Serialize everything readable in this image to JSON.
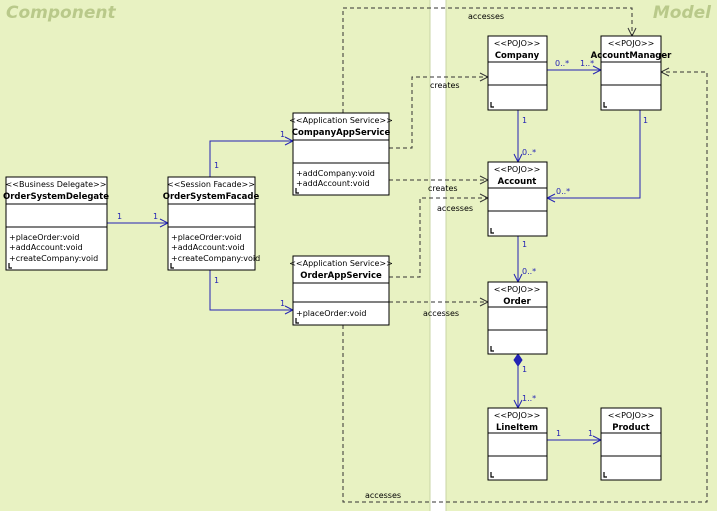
{
  "regions": {
    "component": "Component",
    "model": "Model"
  },
  "classes": {
    "order_system_delegate": {
      "stereotype": "<<Business Delegate>>",
      "name": "OrderSystemDelegate",
      "operations": [
        "+placeOrder:void",
        "+addAccount:void",
        "+createCompany:void"
      ]
    },
    "order_system_facade": {
      "stereotype": "<<Session Facade>>",
      "name": "OrderSystemFacade",
      "operations": [
        "+placeOrder:void",
        "+addAccount:void",
        "+createCompany:void"
      ]
    },
    "company_app_service": {
      "stereotype": "<<Application Service>>",
      "name": "CompanyAppService",
      "operations": [
        "+addCompany:void",
        "+addAccount:void"
      ]
    },
    "order_app_service": {
      "stereotype": "<<Application Service>>",
      "name": "OrderAppService",
      "operations": [
        "+placeOrder:void"
      ]
    },
    "company": {
      "stereotype": "<<POJO>>",
      "name": "Company",
      "operations": []
    },
    "account_manager": {
      "stereotype": "<<POJO>>",
      "name": "AccountManager",
      "operations": []
    },
    "account": {
      "stereotype": "<<POJO>>",
      "name": "Account",
      "operations": []
    },
    "order": {
      "stereotype": "<<POJO>>",
      "name": "Order",
      "operations": []
    },
    "line_item": {
      "stereotype": "<<POJO>>",
      "name": "LineItem",
      "operations": []
    },
    "product": {
      "stereotype": "<<POJO>>",
      "name": "Product",
      "operations": []
    }
  },
  "links": {
    "delegate_facade": {
      "m1": "1",
      "m2": "1"
    },
    "facade_company_service": {
      "m1": "1",
      "m2": "1"
    },
    "facade_order_service": {
      "m1": "1",
      "m2": "1"
    },
    "company_accountmanager": {
      "m1": "0..*",
      "m2": "1..*"
    },
    "company_account": {
      "m1": "1",
      "m2": "0..*"
    },
    "accountmanager_account": {
      "m1": "1",
      "m2": "0..*"
    },
    "account_order": {
      "m1": "1",
      "m2": "0..*"
    },
    "order_lineitem": {
      "m1": "1",
      "m2": "1..*"
    },
    "lineitem_product": {
      "m1": "1",
      "m2": "1"
    }
  },
  "dependencies": {
    "company_service_accesses_accountmanager": "accesses",
    "company_service_creates_company": "creates",
    "company_service_creates_account": "creates",
    "order_service_accesses_account": "accesses",
    "order_service_accesses_order": "accesses",
    "order_service_accesses_accountmanager": "accesses"
  }
}
